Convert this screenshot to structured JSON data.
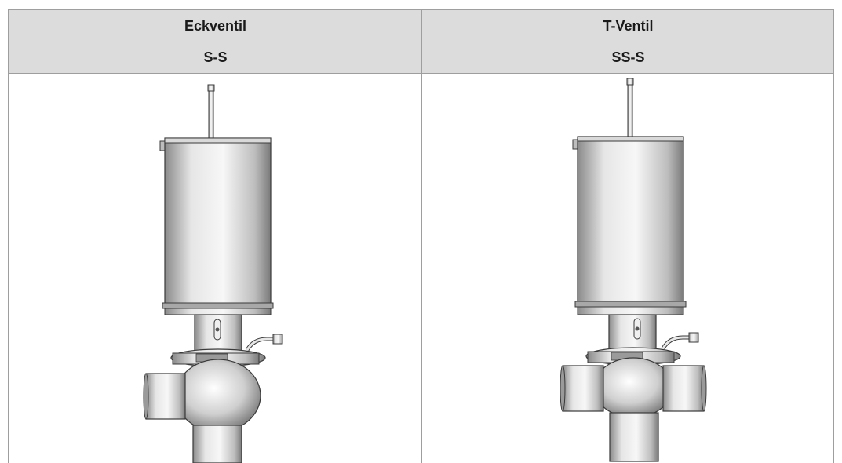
{
  "table": {
    "columns": [
      {
        "title": "Eckventil",
        "subtitle": "S-S",
        "valve_type": "angle-valve"
      },
      {
        "title": "T-Ventil",
        "subtitle": "SS-S",
        "valve_type": "tee-valve"
      }
    ]
  },
  "colors": {
    "header_bg": "#dcdcdc",
    "border": "#9e9e9e",
    "metal_light": "#f4f4f4",
    "metal_mid": "#c8c8c8",
    "metal_dark": "#8a8a8a",
    "outline": "#3a3a3a"
  }
}
